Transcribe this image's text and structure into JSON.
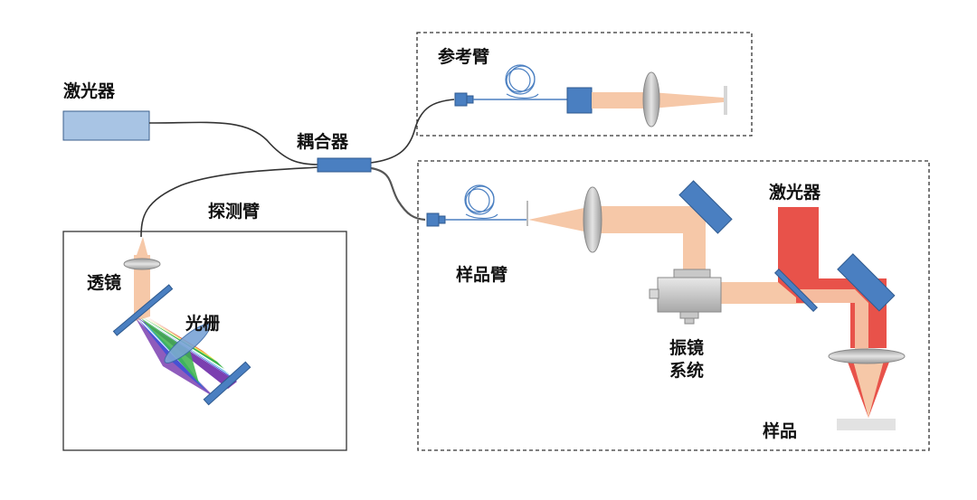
{
  "labels": {
    "laser_top_left": "激光器",
    "coupler": "耦合器",
    "reference_arm": "参考臂",
    "detection_arm": "探测臂",
    "sample_arm": "样品臂",
    "lens": "透镜",
    "grating": "光栅",
    "galvo_line1": "振镜",
    "galvo_line2": "系统",
    "laser_right": "激光器",
    "sample": "样品"
  },
  "colors": {
    "beam": "#f6c8a8",
    "laser_beam": "#e8524a",
    "component_blue": "#4a7fc1",
    "laser_box": "#a8c4e4",
    "lens_gray": "#c8c8c8",
    "fiber": "#333333"
  }
}
